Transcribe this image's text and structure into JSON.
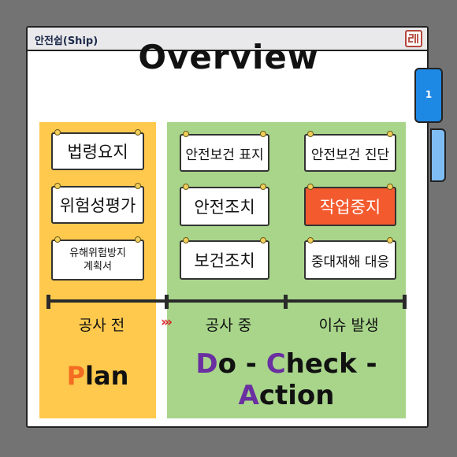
{
  "window": {
    "title": "안전쉽(Ship)"
  },
  "heading": "Overview",
  "tabs": [
    {
      "label": "1"
    }
  ],
  "plan_signs": [
    "법령요지",
    "위험성평가",
    "유해위험방지",
    "계획서"
  ],
  "do_signs": [
    "안전보건 표지",
    "안전조치",
    "보건조치"
  ],
  "issue_signs": [
    "안전보건 진단",
    "작업중지",
    "중대재해 대응"
  ],
  "phases": {
    "before": "공사 전",
    "during": "공사 중",
    "issue": "이슈 발생",
    "arrows": "›››"
  },
  "plan_word": {
    "cap": "P",
    "rest": "lan"
  },
  "dca": {
    "d": "D",
    "o": "o - ",
    "c": "C",
    "heck": "heck -",
    "a": "A",
    "ction": "ction"
  },
  "colors": {
    "plan_panel": "#ffc94d",
    "do_panel": "#a8d58a",
    "accent_red": "#f35a2e",
    "tab_blue": "#1e88e5",
    "orange": "#f36c21",
    "purple": "#6a2fa0"
  }
}
